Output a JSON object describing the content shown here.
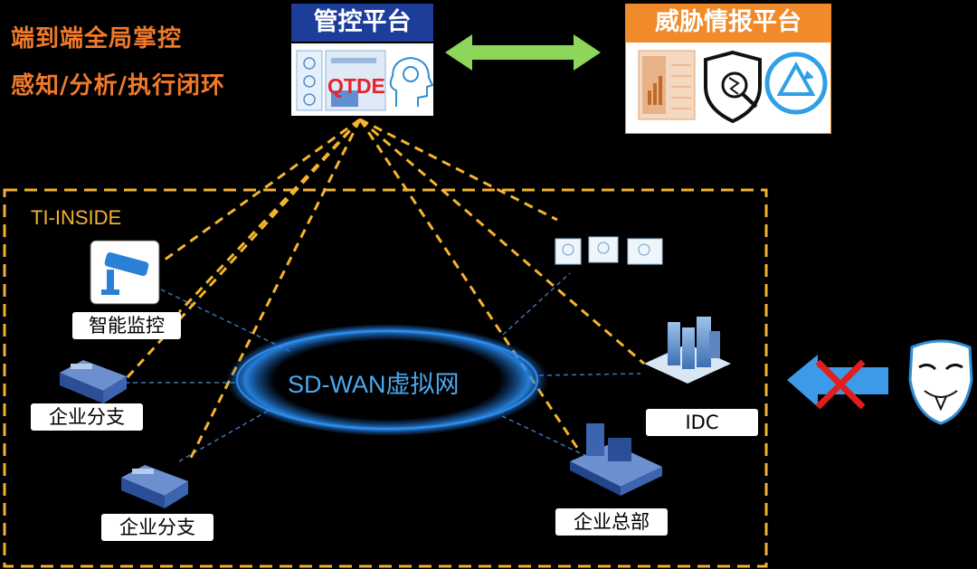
{
  "taglines": [
    "端到端全局掌控",
    "感知/分析/执行闭环"
  ],
  "control_platform": {
    "title": "管控平台",
    "product_label": "QTDE",
    "accent": "#1c3d9a"
  },
  "threat_platform": {
    "title": "威胁情报平台",
    "accent": "#f08a2a"
  },
  "zone": {
    "label": "TI-INSIDE",
    "border_color": "#f2b233"
  },
  "network": {
    "label": "SD-WAN虚拟网"
  },
  "nodes": {
    "monitor": "智能监控",
    "branch_1": "企业分支",
    "branch_2": "企业分支",
    "idc": "IDC",
    "hq": "企业总部"
  },
  "attacker": {
    "icon": "anonymous-mask-icon",
    "blocked_icon": "red-x-icon"
  },
  "colors": {
    "dashed_link": "#f5b52e",
    "double_arrow": "#8ed65a",
    "attack_arrow": "#3d9ae8",
    "block": "#e01e1e"
  }
}
